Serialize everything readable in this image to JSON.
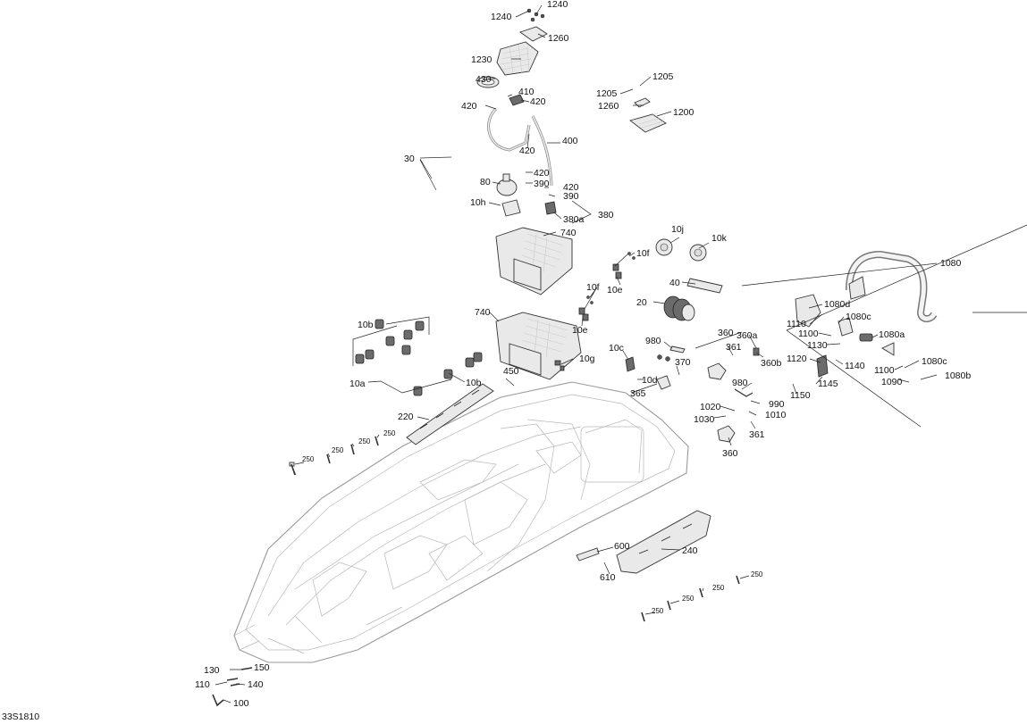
{
  "diagram_code": "33S1810",
  "callouts": {
    "c1240a": "1240",
    "c1240b": "1240",
    "c1260a": "1260",
    "c1230": "1230",
    "c430": "430",
    "c410": "410",
    "c420a": "420",
    "c420b": "420",
    "c420c": "420",
    "c420d": "420",
    "c420e": "420",
    "c400": "400",
    "c30": "30",
    "c80": "80",
    "c390a": "390",
    "c390b": "390",
    "c10h": "10h",
    "c380": "380",
    "c380a": "380a",
    "c740a": "740",
    "c740b": "740",
    "c1205a": "1205",
    "c1205b": "1205",
    "c1260b": "1260",
    "c1200": "1200",
    "c10j": "10j",
    "c10k": "10k",
    "c10fa": "10f",
    "c10fb": "10f",
    "c10ea": "10e",
    "c10eb": "10e",
    "c40": "40",
    "c20": "20",
    "c1080": "1080",
    "c1080d": "1080d",
    "c1080c1": "1080c",
    "c1080a": "1080a",
    "c1080c2": "1080c",
    "c1080b": "1080b",
    "c1110": "1110",
    "c1100a": "1100",
    "c1100b": "1100",
    "c1130": "1130",
    "c1120": "1120",
    "c1140": "1140",
    "c1145": "1145",
    "c1150": "1150",
    "c1090": "1090",
    "c10b1": "10b",
    "c10b2": "10b",
    "c10a": "10a",
    "c450": "450",
    "c10g": "10g",
    "c10c": "10c",
    "c10d": "10d",
    "c980a": "980",
    "c980b": "980",
    "c360": "360",
    "c360a": "360a",
    "c361a": "361",
    "c361b": "361",
    "c360b": "360b",
    "c370": "370",
    "c365": "365",
    "c990": "990",
    "c1010": "1010",
    "c1020": "1020",
    "c1030": "1030",
    "c360c": "360",
    "c220": "220",
    "c250a": "250",
    "c250b": "250",
    "c250c": "250",
    "c250d": "250",
    "c250e": "250",
    "c250f": "250",
    "c250g": "250",
    "c250h": "250",
    "c600": "600",
    "c610": "610",
    "c240": "240",
    "c130": "130",
    "c150": "150",
    "c110": "110",
    "c140": "140",
    "c100": "100"
  },
  "colors": {
    "line": "#222222",
    "part_fill": "#e9e9e9",
    "hull": "#9a9a9a"
  }
}
